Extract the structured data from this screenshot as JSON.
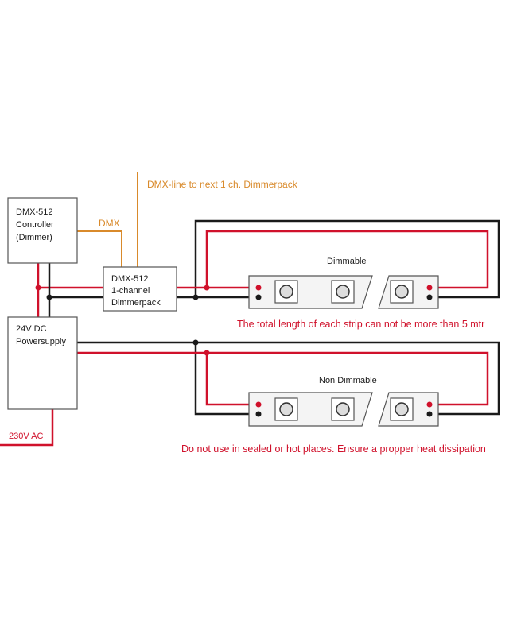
{
  "colors": {
    "positive_wire": "#d0112b",
    "negative_wire": "#1a1a1a",
    "dmx_wire": "#d98a2b",
    "box_border": "#555555",
    "strip_fill": "#f4f4f4",
    "led_fill": "#dddddd"
  },
  "controller": {
    "line1": "DMX-512",
    "line2": "Controller",
    "line3": "(Dimmer)"
  },
  "dimmerpack": {
    "line1": "DMX-512",
    "line2": "1-channel",
    "line3": "Dimmerpack"
  },
  "powersupply": {
    "line1": "24V DC",
    "line2": "Powersupply"
  },
  "labels": {
    "dmx": "DMX",
    "dmx_line": "DMX-line to next 1 ch. Dimmerpack",
    "ac_input": "230V AC"
  },
  "strips": {
    "dimmable": "Dimmable",
    "non_dimmable": "Non Dimmable"
  },
  "notes": {
    "length_warning": "The total length of each strip can not be more than 5 mtr",
    "heat_warning": "Do not use in sealed or hot places. Ensure a propper heat dissipation"
  }
}
